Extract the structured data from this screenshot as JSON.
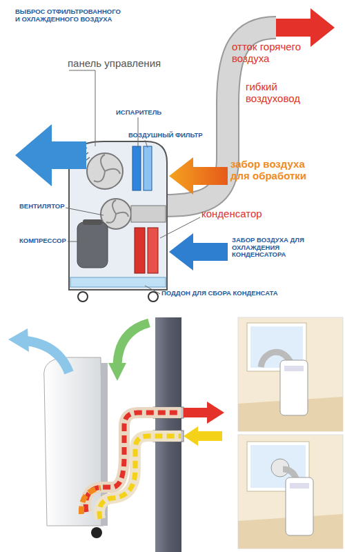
{
  "diagram": {
    "labels": [
      "ВЫБРОС ОТФИЛЬТРОВАННОГО И ОХЛАЖДЕННОГО ВОЗДУХА",
      "панель управления",
      "отток горячего воздуха",
      "ИСПАРИТЕЛЬ",
      "гибкий воздуховод",
      "ВОЗДУШНЫЙ ФИЛЬТР",
      "забор воздуха для обработки",
      "ВЕНТИЛЯТОР",
      "конденсатор",
      "КОМПРЕССОР",
      "ЗАБОР ВОЗДУХА ДЛЯ ОХЛАЖДЕНИЯ КОНДЕНСАТОРА",
      "ПОДДОН ДЛЯ СБОРА КОНДЕНСАТА"
    ]
  }
}
